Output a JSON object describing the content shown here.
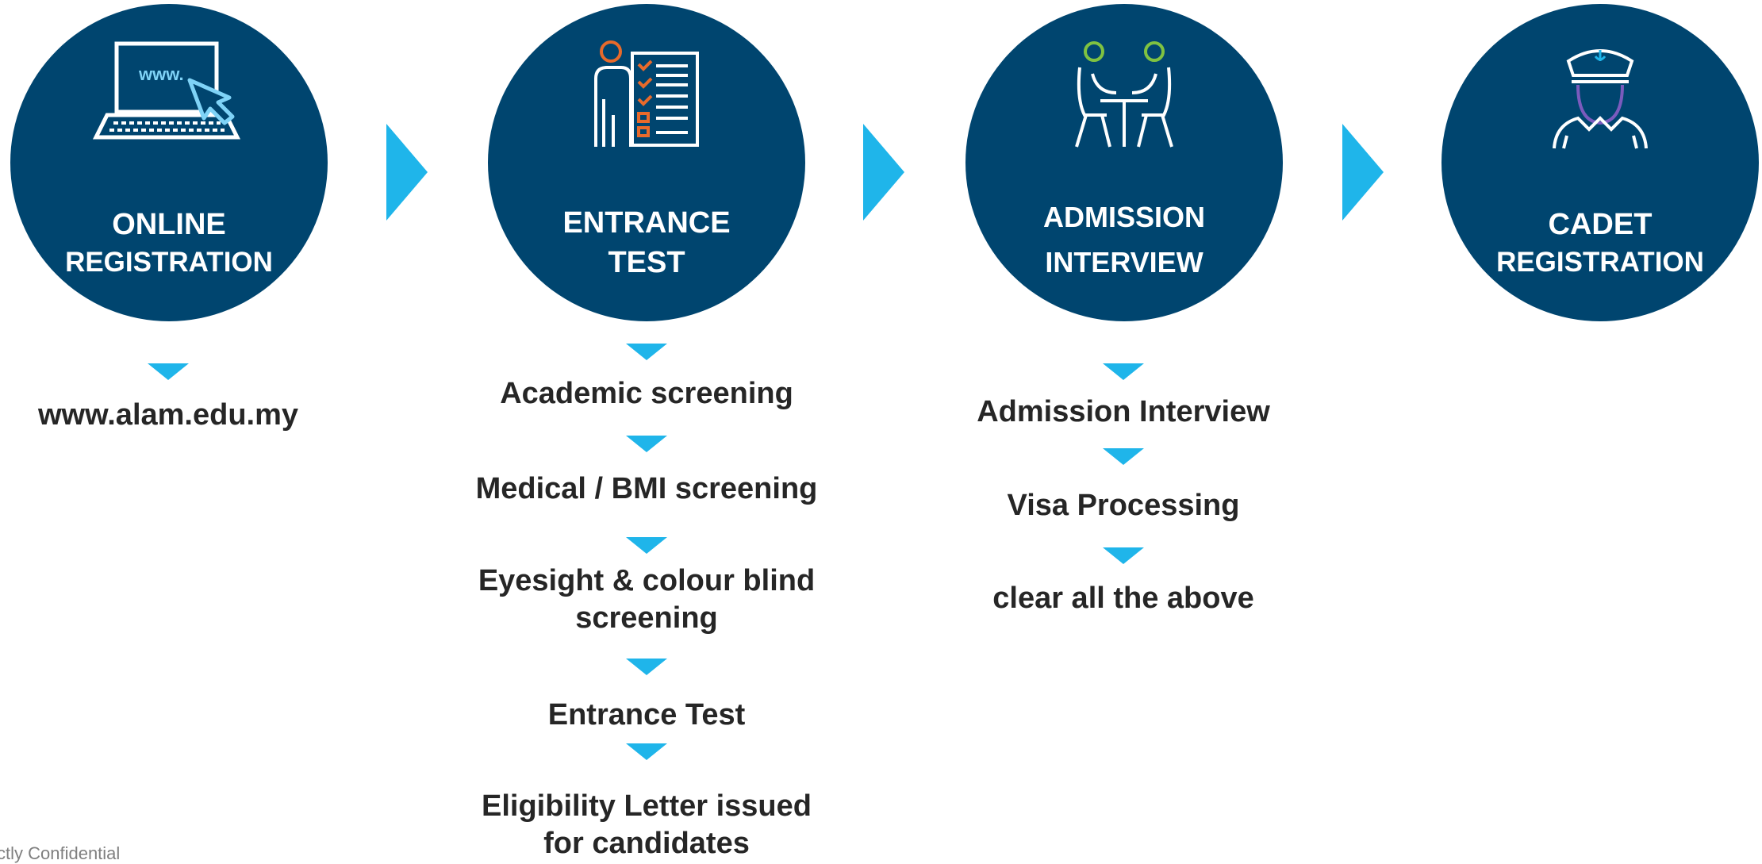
{
  "colors": {
    "circle": "#00456f",
    "arrow": "#1fb5ea",
    "text": "#262626",
    "icon_line": "#ffffff",
    "accent_orange": "#e86a2b",
    "accent_green": "#7fc241",
    "accent_purple": "#7b5bbd"
  },
  "stages": [
    {
      "title_line1": "ONLINE",
      "title_line2": "REGISTRATION",
      "icon": "laptop-www-icon",
      "icon_text": "www."
    },
    {
      "title_line1": "ENTRANCE",
      "title_line2": "TEST",
      "icon": "checklist-person-icon"
    },
    {
      "title_line1": "ADMISSION",
      "title_line2": "INTERVIEW",
      "icon": "interview-table-icon"
    },
    {
      "title_line1": "CADET",
      "title_line2": "REGISTRATION",
      "icon": "captain-icon"
    }
  ],
  "online_steps": [
    "www.alam.edu.my"
  ],
  "entrance_steps": [
    "Academic screening",
    "Medical / BMI screening",
    "Eyesight & colour blind",
    "screening",
    "Entrance Test",
    "Eligibility Letter issued",
    "for candidates"
  ],
  "interview_steps": [
    "Admission Interview",
    "Visa Processing",
    "clear all the above"
  ],
  "footer_text": "ctly Confidential"
}
